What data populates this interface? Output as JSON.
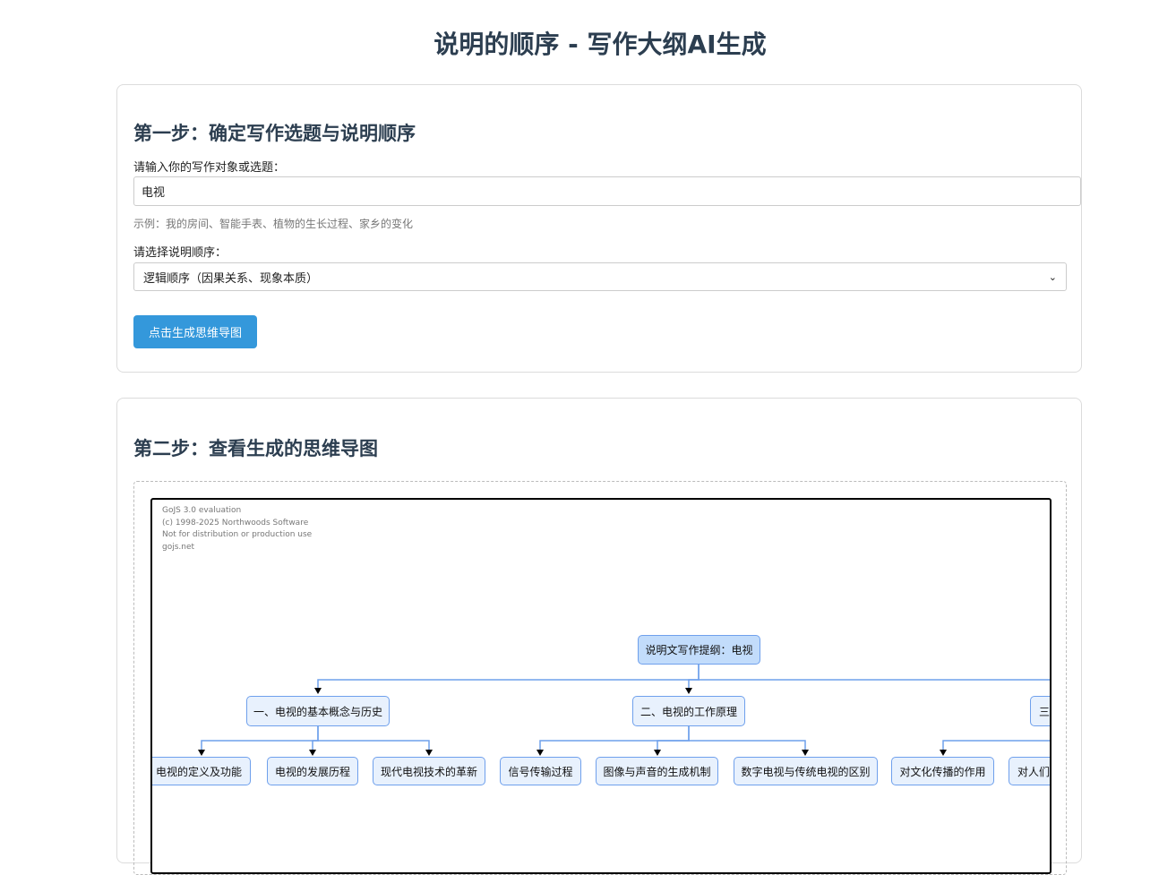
{
  "page_title": "说明的顺序 - 写作大纲AI生成",
  "step1": {
    "heading": "第一步：确定写作选题与说明顺序",
    "topic_label": "请输入你的写作对象或选题：",
    "topic_value": "电视",
    "example": "示例：我的房间、智能手表、植物的生长过程、家乡的变化",
    "order_label": "请选择说明顺序：",
    "order_selected": "逻辑顺序（因果关系、现象本质）",
    "generate_button": "点击生成思维导图"
  },
  "step2": {
    "heading": "第二步：查看生成的思维导图"
  },
  "diagram": {
    "watermark": [
      "GoJS 3.0 evaluation",
      "(c) 1998-2025 Northwoods Software",
      "Not for distribution or production use",
      "gojs.net"
    ],
    "root": "说明文写作提纲：电视",
    "branches": [
      {
        "label": "一、电视的基本概念与历史",
        "children": [
          "电视的定义及功能",
          "电视的发展历程",
          "现代电视技术的革新"
        ]
      },
      {
        "label": "二、电视的工作原理",
        "children": [
          "信号传输过程",
          "图像与声音的生成机制",
          "数字电视与传统电视的区别"
        ]
      },
      {
        "label": "三",
        "children": [
          "对文化传播的作用",
          "对人们"
        ]
      }
    ],
    "colors": {
      "node_fill": "#e8f1fd",
      "root_fill": "#c2dcfb",
      "border": "#6fa0ec",
      "link": "#6fa0ec"
    }
  }
}
